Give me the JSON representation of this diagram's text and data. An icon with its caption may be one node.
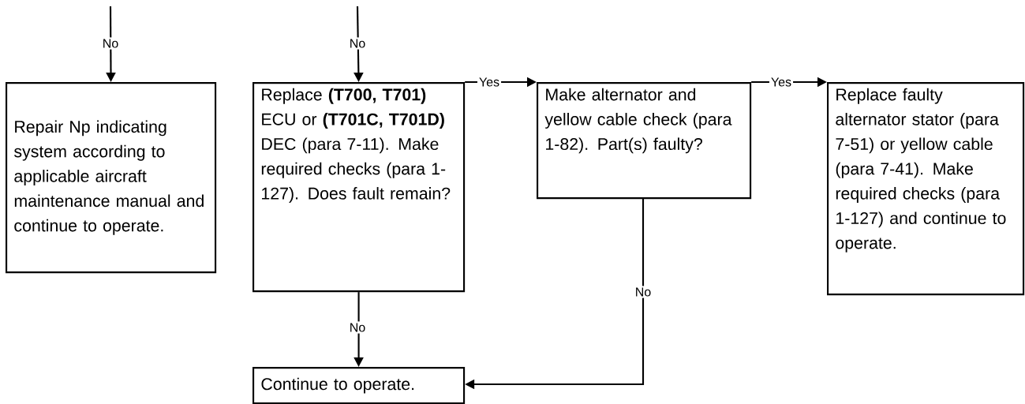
{
  "diagram": {
    "nodes": [
      {
        "text": [
          "Repair Np indicating system according to applicable aircraft maintenance manual and continue to operate."
        ]
      },
      {
        "text": [
          "Replace **(T700, T701)** ECU or **(T701C, T701D)** DEC (para 7-11). Make required checks (para 1-127). Does fault remain?"
        ]
      },
      {
        "text": [
          "Make alternator and yellow cable check (para 1-82). Part(s) faulty?"
        ]
      },
      {
        "text": [
          "Replace faulty alternator stator (para 7-51) or yellow cable (para 7-41). Make required checks (para 1-127) and continue to operate."
        ]
      },
      {
        "text": [
          "Continue to operate."
        ]
      }
    ],
    "edges": [
      {
        "from": null,
        "to": 0,
        "arrow": "to",
        "label": "No"
      },
      {
        "from": null,
        "to": 1,
        "arrow": "to",
        "label": "No"
      },
      {
        "from": 1,
        "to": 2,
        "arrow": "to",
        "label": "Yes"
      },
      {
        "from": 2,
        "to": 3,
        "arrow": "to",
        "label": "Yes"
      },
      {
        "from": 1,
        "to": 4,
        "arrow": "to",
        "label": "No"
      },
      {
        "from": 2,
        "to": 4,
        "arrow": "to",
        "label": "No"
      }
    ]
  }
}
